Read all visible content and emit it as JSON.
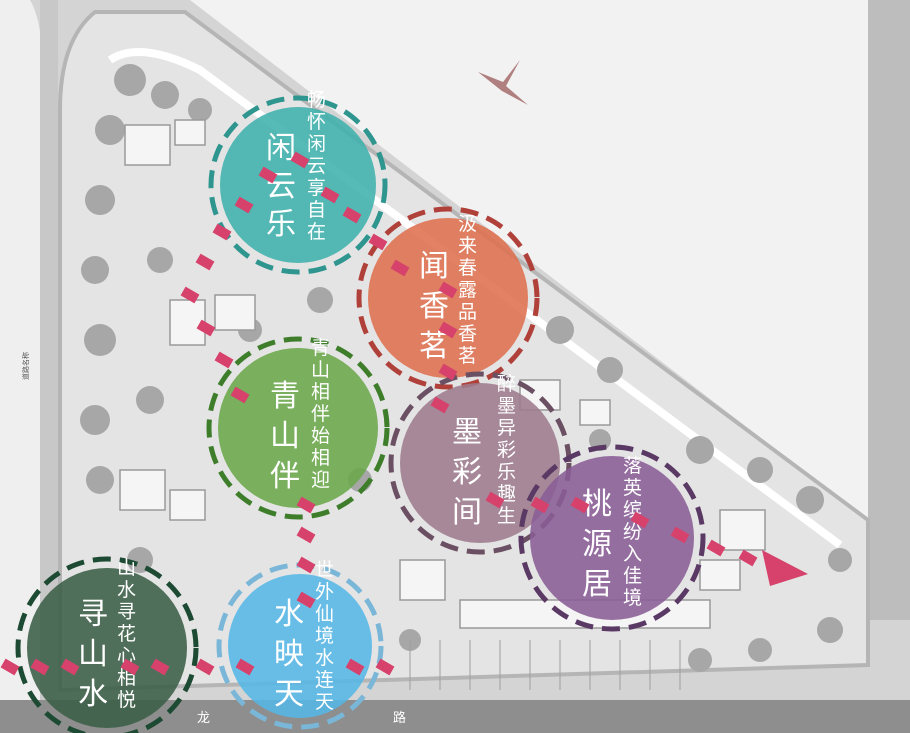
{
  "zones": [
    {
      "id": "xianyunle",
      "name": "闲云乐",
      "motto": "畅怀闲云享自在",
      "color": "#3fb0ad",
      "ring": "#2e958f"
    },
    {
      "id": "wenxiangming",
      "name": "闻香茗",
      "motto": "汲来春露品香茗",
      "color": "#de6f4f",
      "ring": "#b0403a"
    },
    {
      "id": "qingshanban",
      "name": "青山伴",
      "motto": "青山相伴始相迎",
      "color": "#6aa74a",
      "ring": "#3e7e2b"
    },
    {
      "id": "mocaijian",
      "name": "墨彩间",
      "motto": "醉墨异彩乐趣生",
      "color": "#9d7b8d",
      "ring": "#6b4f62"
    },
    {
      "id": "taoyuanju",
      "name": "桃源居",
      "motto": "落英缤纷入佳境",
      "color": "#8a5d96",
      "ring": "#5a3a65"
    },
    {
      "id": "xunshanshui",
      "name": "寻山水",
      "motto": "山水寻花心相悦",
      "color": "#3b5e47",
      "ring": "#1d4a33"
    },
    {
      "id": "shuiyingtian",
      "name": "水映天",
      "motto": "世外仙境水连天",
      "color": "#57b7e6",
      "ring": "#7ab6d8"
    }
  ],
  "road": {
    "char1": "龙",
    "char2": "路"
  },
  "side_label": "道路名称",
  "colors": {
    "path_marker": "#d6426b",
    "ground": "#ececec",
    "trees": "#a7a7a7"
  }
}
